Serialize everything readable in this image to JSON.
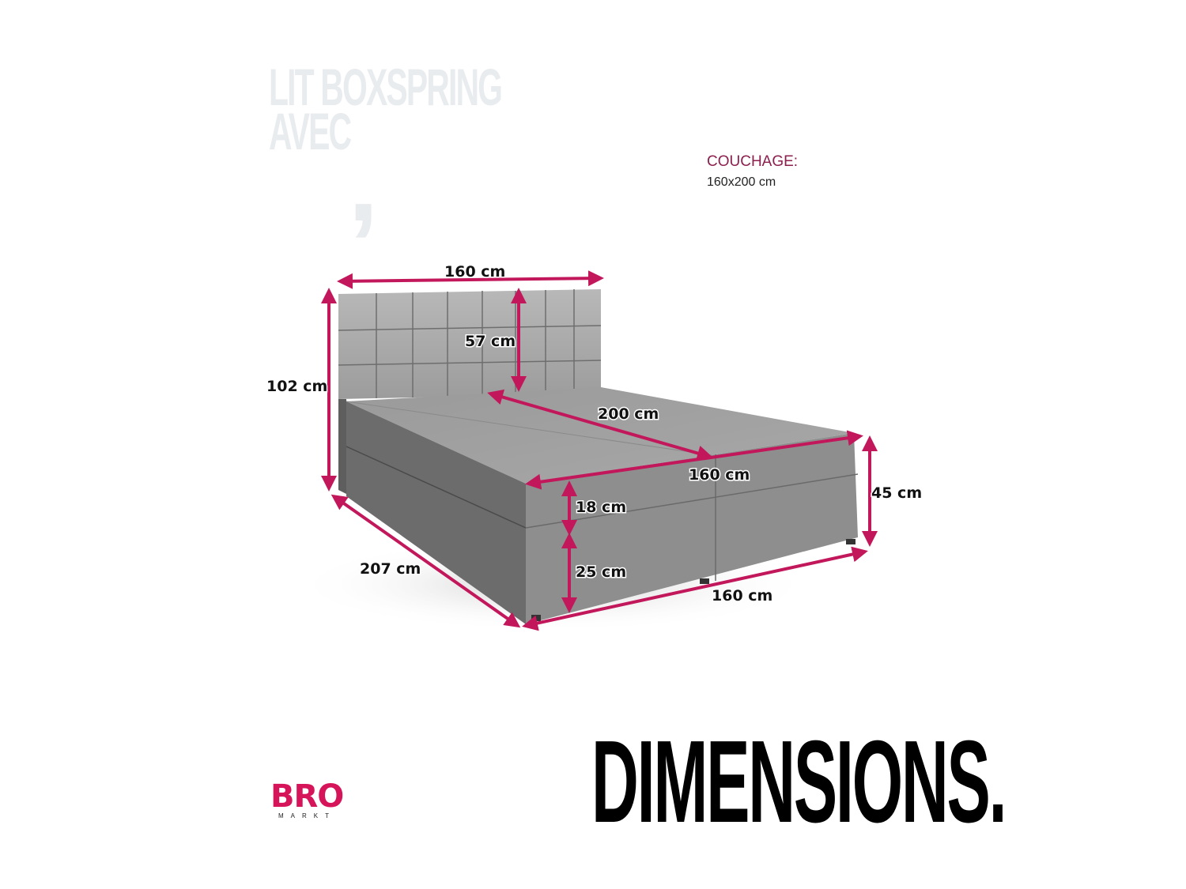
{
  "header": {
    "background_title": "LIT BOXSPRING\nAVEC",
    "background_comma": ","
  },
  "specs": {
    "couchage_label": "COUCHAGE:",
    "couchage_value": "160x200 cm"
  },
  "dimensions": {
    "headboard_width": "160 cm",
    "headboard_panel_height": "57 cm",
    "total_height": "102 cm",
    "mattress_length": "200 cm",
    "mattress_width": "160 cm",
    "bed_height": "45 cm",
    "topper_height": "18 cm",
    "base_height": "25 cm",
    "total_length": "207 cm",
    "base_width": "160 cm"
  },
  "footer": {
    "logo_main": "BRO",
    "logo_sub": "MARKT",
    "title": "DIMENSIONS."
  },
  "colors": {
    "accent": "#c2185b",
    "couchage_label": "#8c1f4e",
    "fabric_light": "#a9a9a9",
    "fabric_dark": "#707070",
    "logo": "#d6145a"
  }
}
